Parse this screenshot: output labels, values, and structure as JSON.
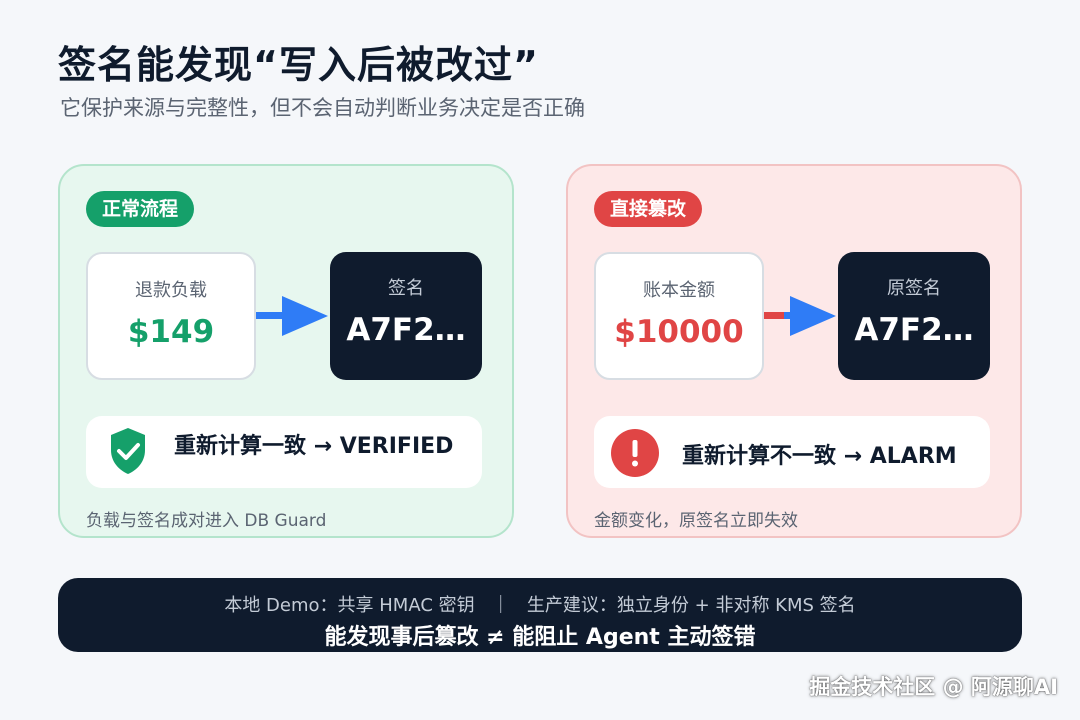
{
  "header": {
    "title": "签名能发现“写入后被改过”",
    "subtitle": "它保护来源与完整性，但不会自动判断业务决定是否正确"
  },
  "normal_flow": {
    "tag": "正常流程",
    "payload_label": "退款负载",
    "payload_value": "$149",
    "signature_label": "签名",
    "signature_value": "A7F2…",
    "result": "重新计算一致 → VERIFIED",
    "note": "负载与签名成对进入 DB Guard",
    "result_icon": "shield-check-icon",
    "accent_color": "#15a06a"
  },
  "tamper_flow": {
    "tag": "直接篡改",
    "payload_label": "账本金额",
    "payload_value": "$10000",
    "signature_label": "原签名",
    "signature_value": "A7F2…",
    "result": "重新计算不一致 → ALARM",
    "note": "金额变化，原签名立即失效",
    "result_icon": "alert-icon",
    "accent_color": "#e04545"
  },
  "footer": {
    "line1": "本地 Demo：共享 HMAC 密钥   ｜   生产建议：独立身份 + 非对称 KMS 签名",
    "line2": "能发现事后篡改 ≠ 能阻止 Agent 主动签错"
  },
  "watermark": "掘金技术社区 @ 阿源聊AI"
}
